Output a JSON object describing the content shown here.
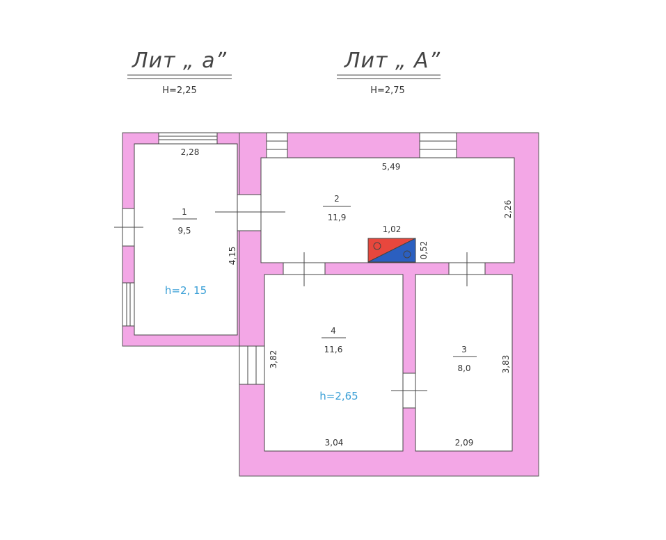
{
  "titles": [
    {
      "name": "Лит „ а”",
      "height": "Н=2,25"
    },
    {
      "name": "Лит „ А”",
      "height": "Н=2,75"
    }
  ],
  "rooms": [
    {
      "number": "1",
      "area": "9,5"
    },
    {
      "number": "2",
      "area": "11,9"
    },
    {
      "number": "3",
      "area": "8,0"
    },
    {
      "number": "4",
      "area": "11,6"
    }
  ],
  "dimensions": {
    "room1_width": "2,28",
    "room1_length": "4,15",
    "room2_width": "5,49",
    "room2_depth": "2,26",
    "stove_width": "1,02",
    "stove_depth": "0,52",
    "room4_length": "3,82",
    "room4_width": "3,04",
    "room3_length": "3,83",
    "room3_width": "2,09"
  },
  "ceiling_heights": {
    "lit_a": "h=2, 15",
    "lit_A": "h=2,65"
  },
  "colors": {
    "wall": "#f3a7e6",
    "stove_red": "#e8473d",
    "stove_blue": "#2b5fc0",
    "height_label": "#3a9fd6"
  }
}
